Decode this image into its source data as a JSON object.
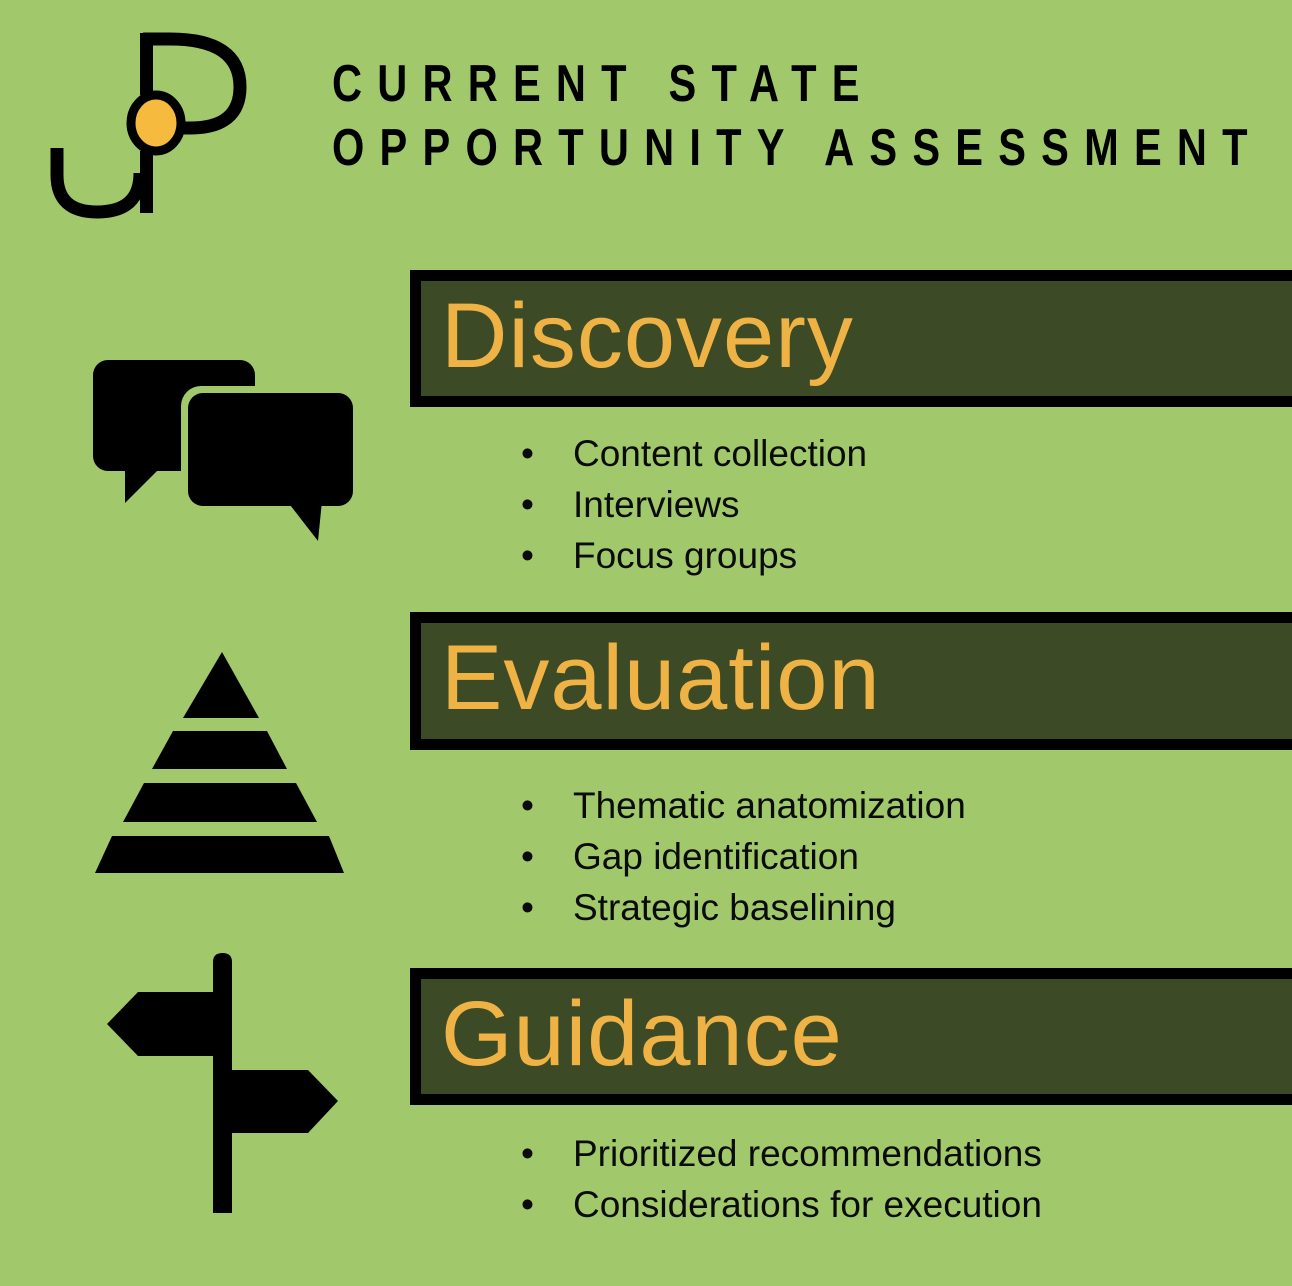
{
  "meta": {
    "background_color": "#A1C96B",
    "panel_color": "#3C4A26",
    "accent_orange": "#EFB345",
    "logo_dot_color": "#F6BA3F",
    "text_color": "#000000"
  },
  "header": {
    "logo_name": "JP monogram",
    "title_line1": "CURRENT STATE",
    "title_line2": "OPPORTUNITY ASSESSMENT"
  },
  "sections": [
    {
      "title": "Discovery",
      "icon": "chat-bubbles-icon",
      "bullets": [
        "Content collection",
        "Interviews",
        "Focus groups"
      ]
    },
    {
      "title": "Evaluation",
      "icon": "pyramid-icon",
      "bullets": [
        "Thematic anatomization",
        "Gap identification",
        "Strategic baselining"
      ]
    },
    {
      "title": "Guidance",
      "icon": "signpost-icon",
      "bullets": [
        "Prioritized recommendations",
        "Considerations for execution"
      ]
    }
  ]
}
